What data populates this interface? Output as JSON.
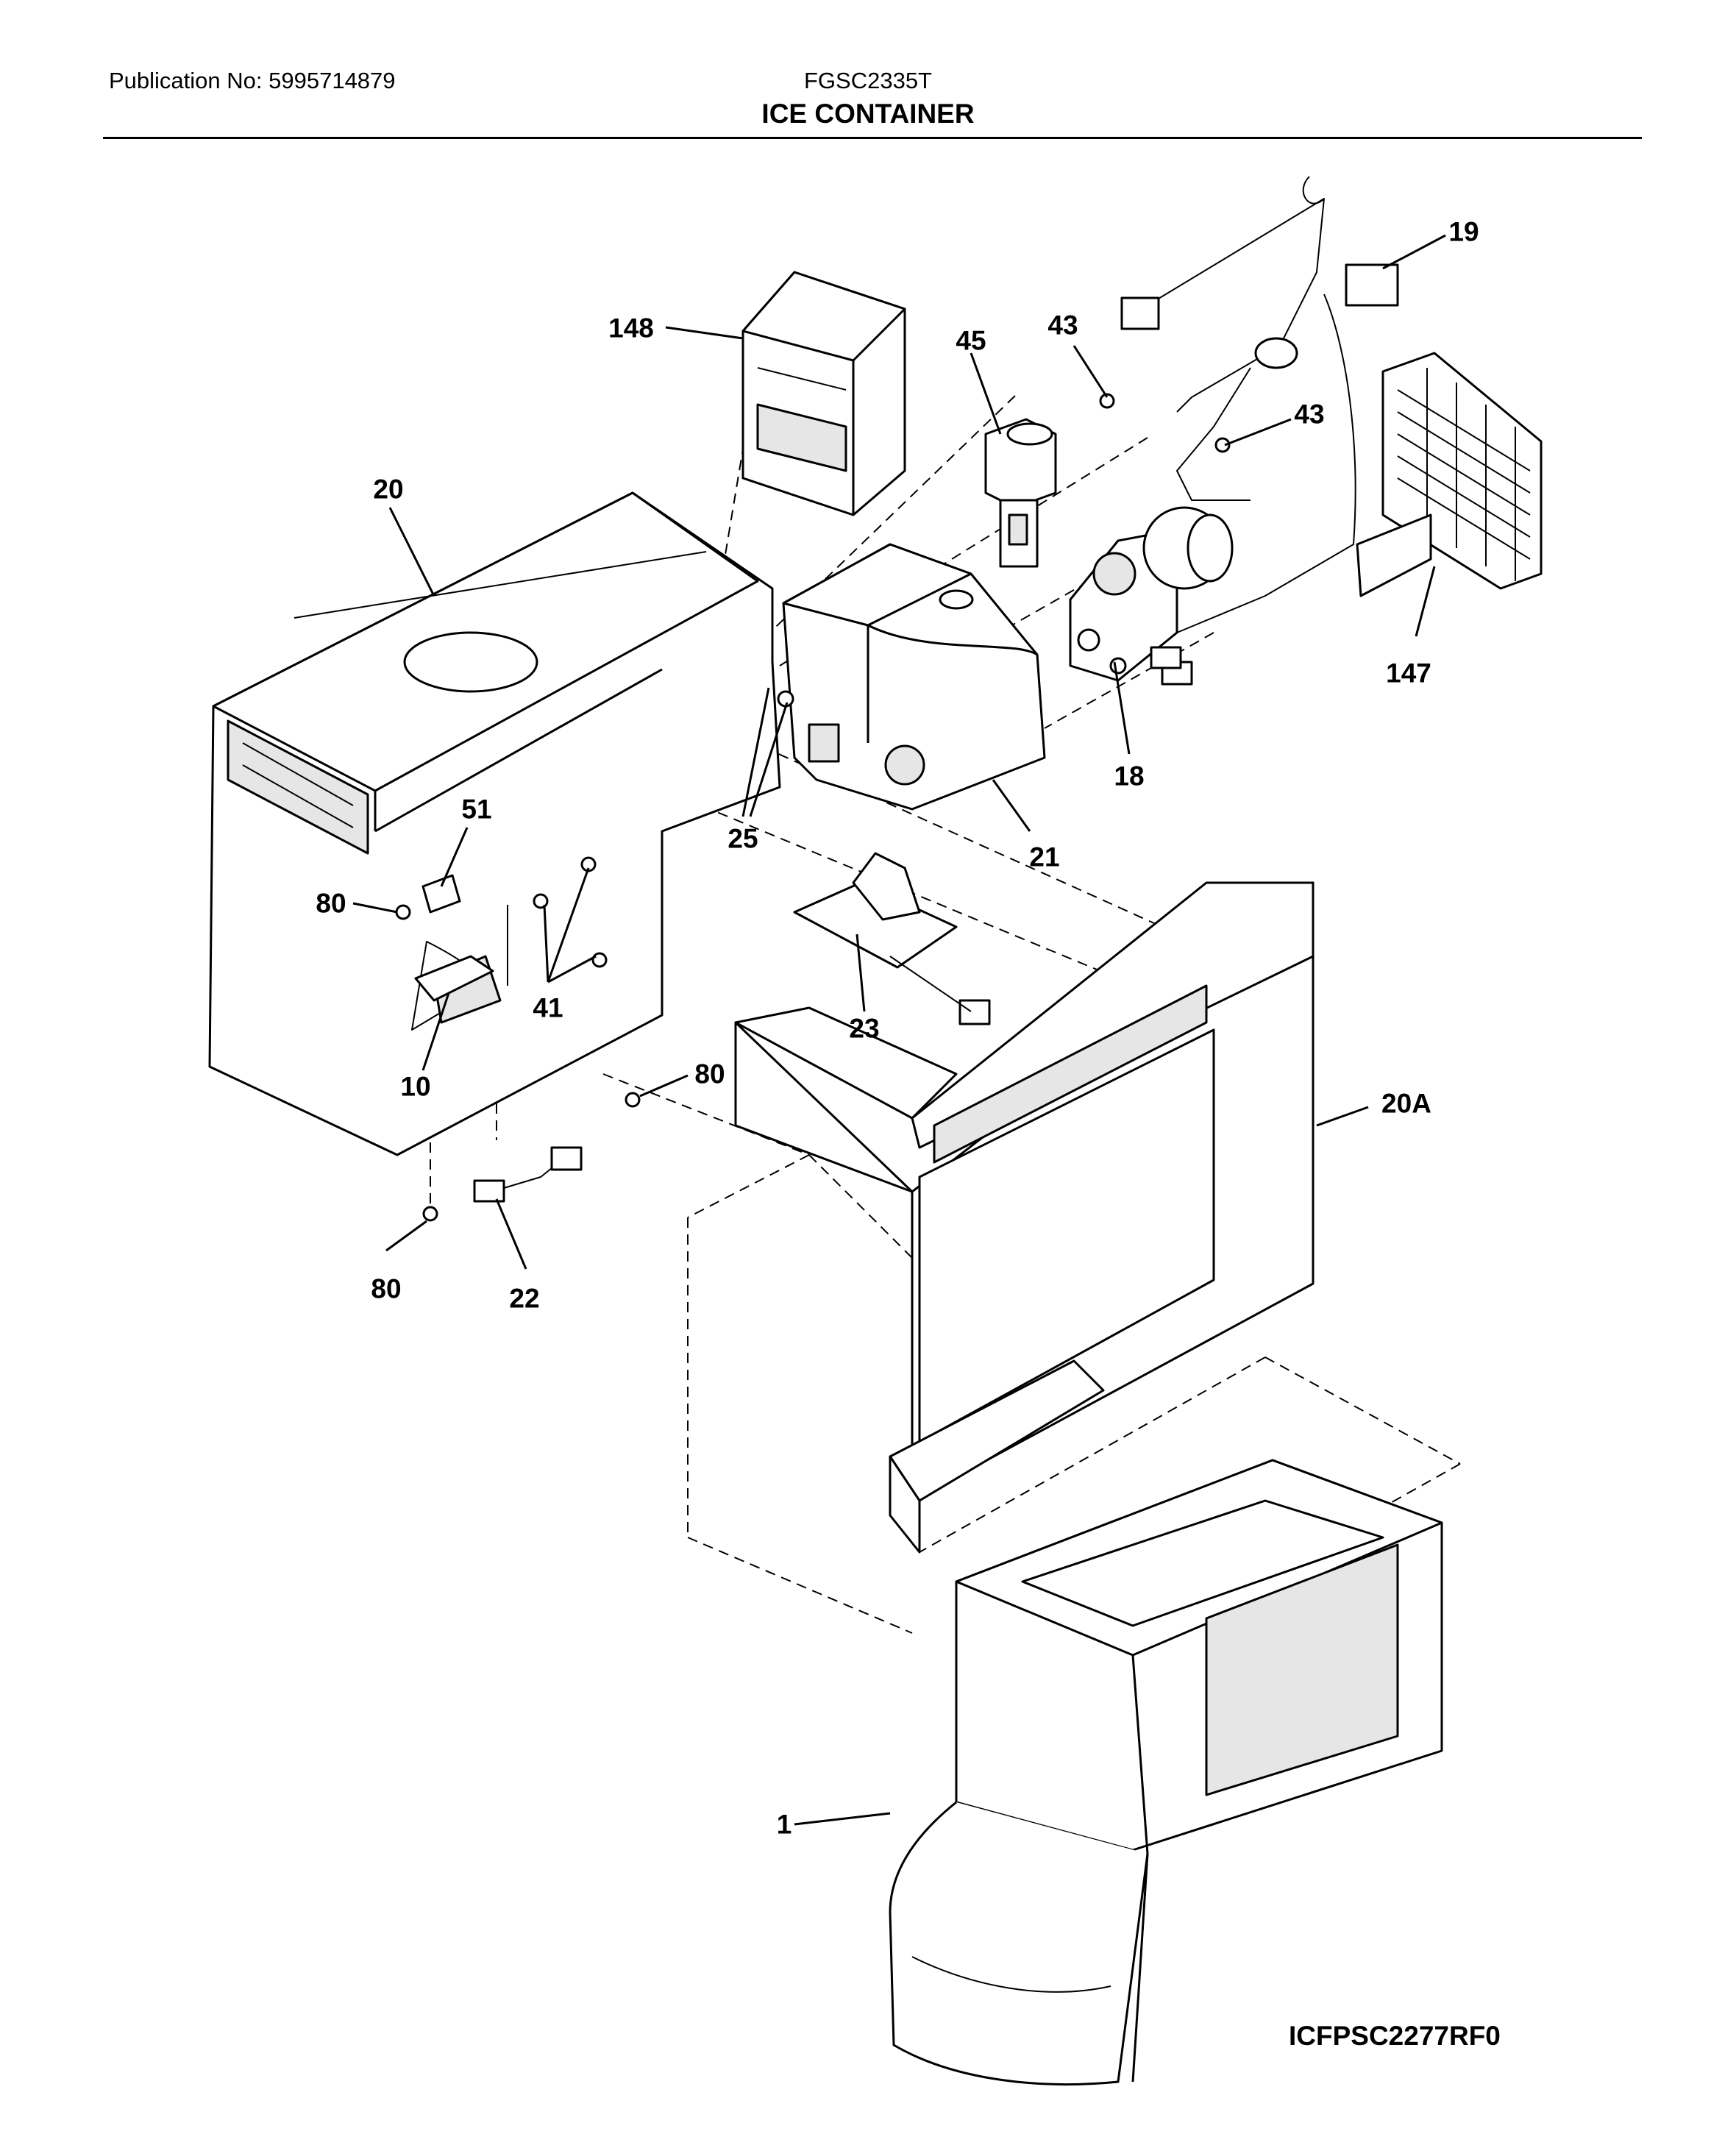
{
  "header": {
    "publication": "Publication No: 5995714879",
    "model": "FGSC2335T",
    "title": "ICE CONTAINER"
  },
  "drawing_code": "ICFPSC2277RF0",
  "callouts": {
    "p148": "148",
    "p45": "45",
    "p43a": "43",
    "p43b": "43",
    "p19": "19",
    "p20": "20",
    "p147": "147",
    "p18": "18",
    "p25": "25",
    "p21": "21",
    "p51": "51",
    "p80a": "80",
    "p41": "41",
    "p23": "23",
    "p10": "10",
    "p80b": "80",
    "p20A": "20A",
    "p80c": "80",
    "p22": "22",
    "p1": "1"
  },
  "colors": {
    "line": "#000000",
    "shade": "#e6e6e6",
    "background": "#ffffff"
  }
}
